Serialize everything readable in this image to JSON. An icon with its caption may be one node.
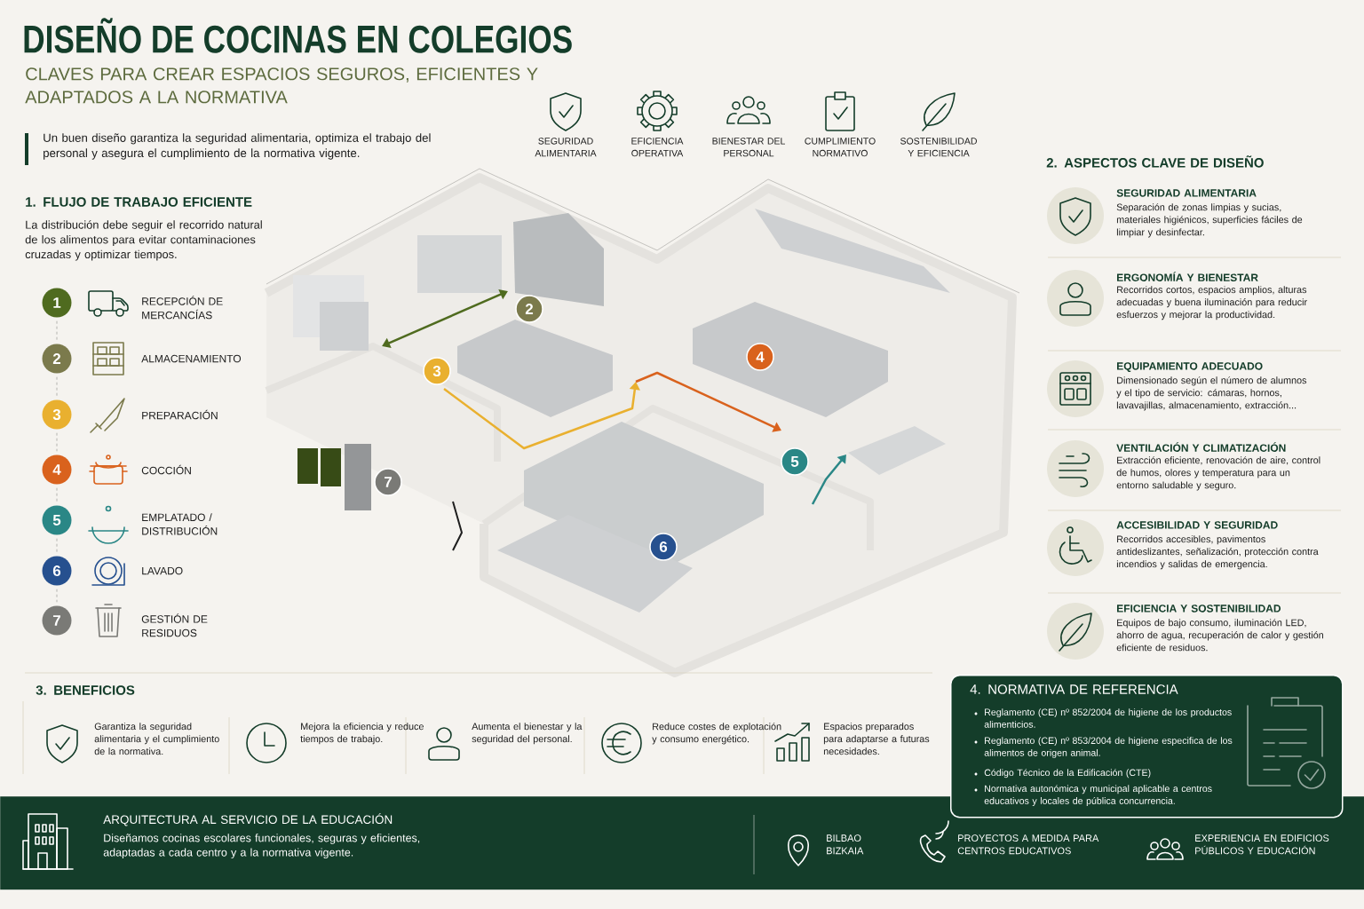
{
  "diagram": {
    "title": "DISEÑO DE COCINAS EN COLEGIOS",
    "nodes": [
      {
        "text": [
          "1"
        ]
      },
      {
        "text": [
          "2"
        ]
      },
      {
        "text": [
          "3"
        ]
      },
      {
        "text": [
          "4"
        ]
      },
      {
        "text": [
          "5"
        ]
      },
      {
        "text": [
          "6"
        ]
      },
      {
        "text": [
          "7"
        ]
      },
      {
        "text": [
          "2"
        ]
      },
      {
        "text": [
          "3"
        ]
      },
      {
        "text": [
          "4"
        ]
      },
      {
        "text": [
          "5"
        ]
      },
      {
        "text": [
          "6"
        ]
      },
      {
        "text": [
          "7"
        ]
      },
      {
        "text": [
          "4. NORMATIVA DE REFERENCIA",
          "Reglamento (CE) nº 852/2004 de higiene de los productos alimenticios.",
          "Reglamento (CE) nº 853/2004 de higiene especifica de los alimentos de origen animal.",
          "Código Técnico de la Edificación (CTE)",
          "Normativa autonómica y municipal aplicable a centros educativos y locales de pública concurrencia."
        ]
      },
      {
        "text": [
          "ARQUITECTURA AL SERVICIO DE LA EDUCACIÓN",
          "Diseñamos cocinas escolares funcionales, seguras y eficientes, adaptadas a cada centro y a la normativa vigente.",
          "BILBAO BIZKAIA",
          "PROYECTOS A MEDIDA PARA CENTROS EDUCATIVOS",
          "EXPERIENCIA EN EDIFICIOS PÚBLICOS Y EDUCACIÓN"
        ]
      }
    ],
    "edges": [
      {
        "from": 0,
        "to": 1,
        "arrow": "none",
        "style": "dashed"
      },
      {
        "from": 1,
        "to": 2,
        "arrow": "none",
        "style": "dashed"
      },
      {
        "from": 2,
        "to": 3,
        "arrow": "none",
        "style": "dashed"
      },
      {
        "from": 3,
        "to": 4,
        "arrow": "none",
        "style": "dashed"
      },
      {
        "from": 4,
        "to": 5,
        "arrow": "none",
        "style": "dashed"
      },
      {
        "from": 5,
        "to": 6,
        "arrow": "none",
        "style": "dashed"
      }
    ],
    "labels": [
      "CLAVES PARA CREAR ESPACIOS SEGUROS, EFICIENTES Y ADAPTADOS A LA NORMATIVA",
      "Un buen diseño garantiza la seguridad alimentaria, optimiza el trabajo del personal y asegura el cumplimiento de la normativa vigente.",
      "SEGURIDAD ALIMENTARIA",
      "EFICIENCIA OPERATIVA",
      "BIENESTAR DEL PERSONAL",
      "CUMPLIMIENTO NORMATIVO",
      "SOSTENIBILIDAD Y EFICIENCIA",
      "1. FLUJO DE TRABAJO EFICIENTE",
      "La distribución debe seguir el recorrido natural de los alimentos para evitar contaminaciones cruzadas y optimizar tiempos.",
      "2. ASPECTOS CLAVE DE DISEÑO",
      "SEGURIDAD ALIMENTARIA",
      "Separación de zonas limpias y sucias, materiales higiénicos, superficies fáciles de limpiar y desinfectar.",
      "ERGONOMÍA Y BIENESTAR",
      "Recorridos cortos, espacios amplios, alturas adecuadas y buena iluminación para reducir esfuerzos y mejorar la productividad.",
      "EQUIPAMIENTO ADECUADO",
      "Dimensionado según el número de alumnos y el tipo de servicio: cámaras, hornos, lavavajillas, almacenamiento, extracción...",
      "VENTILACIÓN Y CLIMATIZACIÓN",
      "Extracción eficiente, renovación de aire, control de humos, olores y temperatura para un entorno saludable y seguro.",
      "ACCESIBILIDAD Y SEGURIDAD",
      "Recorridos accesibles, pavimentos antideslizantes, señalización, protección contra incendios y salidas de emergencia.",
      "EFICIENCIA Y SOSTENIBILIDAD",
      "Equipos de bajo consumo, iluminación LED, ahorro de agua, recuperación de calor y gestión eficiente de residuos.",
      "3. BENEFICIOS",
      "Garantiza la seguridad alimentaria y el cumplimiento de la normativa.",
      "Mejora la eficiencia y reduce tiempos de trabajo.",
      "Aumenta el bienestar y la seguridad del personal.",
      "Reduce costes de explotación y consumo energético.",
      "Espacios preparados para adaptarse a futuras necesidades.",
      "RECEPCIÓN DE MERCANCÍAS",
      "ALMACENAMIENTO",
      "PREPARACIÓN",
      "COCCIÓN",
      "EMPLATADO / DISTRIBUCIÓN",
      "LAVADO",
      "GESTIÓN DE RESIDUOS"
    ]
  }
}
